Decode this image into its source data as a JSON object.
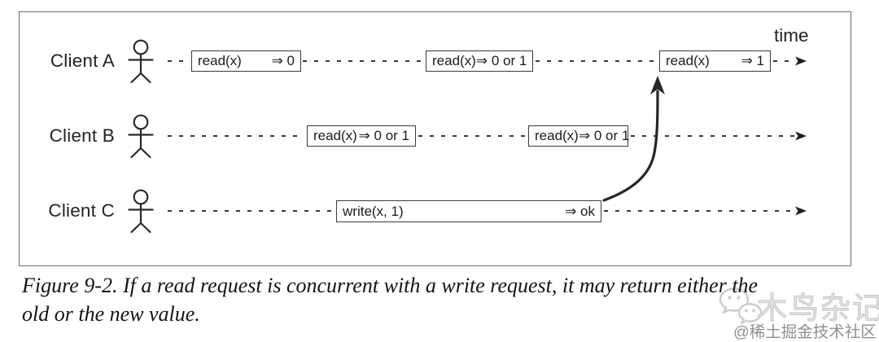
{
  "figure": {
    "time_label": "time",
    "rows": [
      {
        "client": "Client A",
        "boxes": [
          {
            "op": "read(x)",
            "result": "⇒ 0"
          },
          {
            "op": "read(x)",
            "result": "⇒ 0 or 1"
          },
          {
            "op": "read(x)",
            "result": "⇒ 1"
          }
        ]
      },
      {
        "client": "Client B",
        "boxes": [
          {
            "op": "read(x)",
            "result": "⇒ 0 or 1"
          },
          {
            "op": "read(x)",
            "result": "⇒ 0 or 1"
          }
        ]
      },
      {
        "client": "Client C",
        "boxes": [
          {
            "op": "write(x, 1)",
            "result": "⇒ ok"
          }
        ]
      }
    ]
  },
  "caption": {
    "line1": "Figure 9-2. If a read request is concurrent with a write request, it may return either the",
    "line2": "old or the new value."
  },
  "watermark": {
    "brand": "木鸟杂记",
    "community": "@稀土掘金技术社区"
  },
  "colors": {
    "stroke": "#3a3a3a",
    "frame_border": "#6d6d6d",
    "text": "#1c1c1c",
    "watermark_light": "#d9d9d9",
    "watermark_gray": "#909090"
  }
}
